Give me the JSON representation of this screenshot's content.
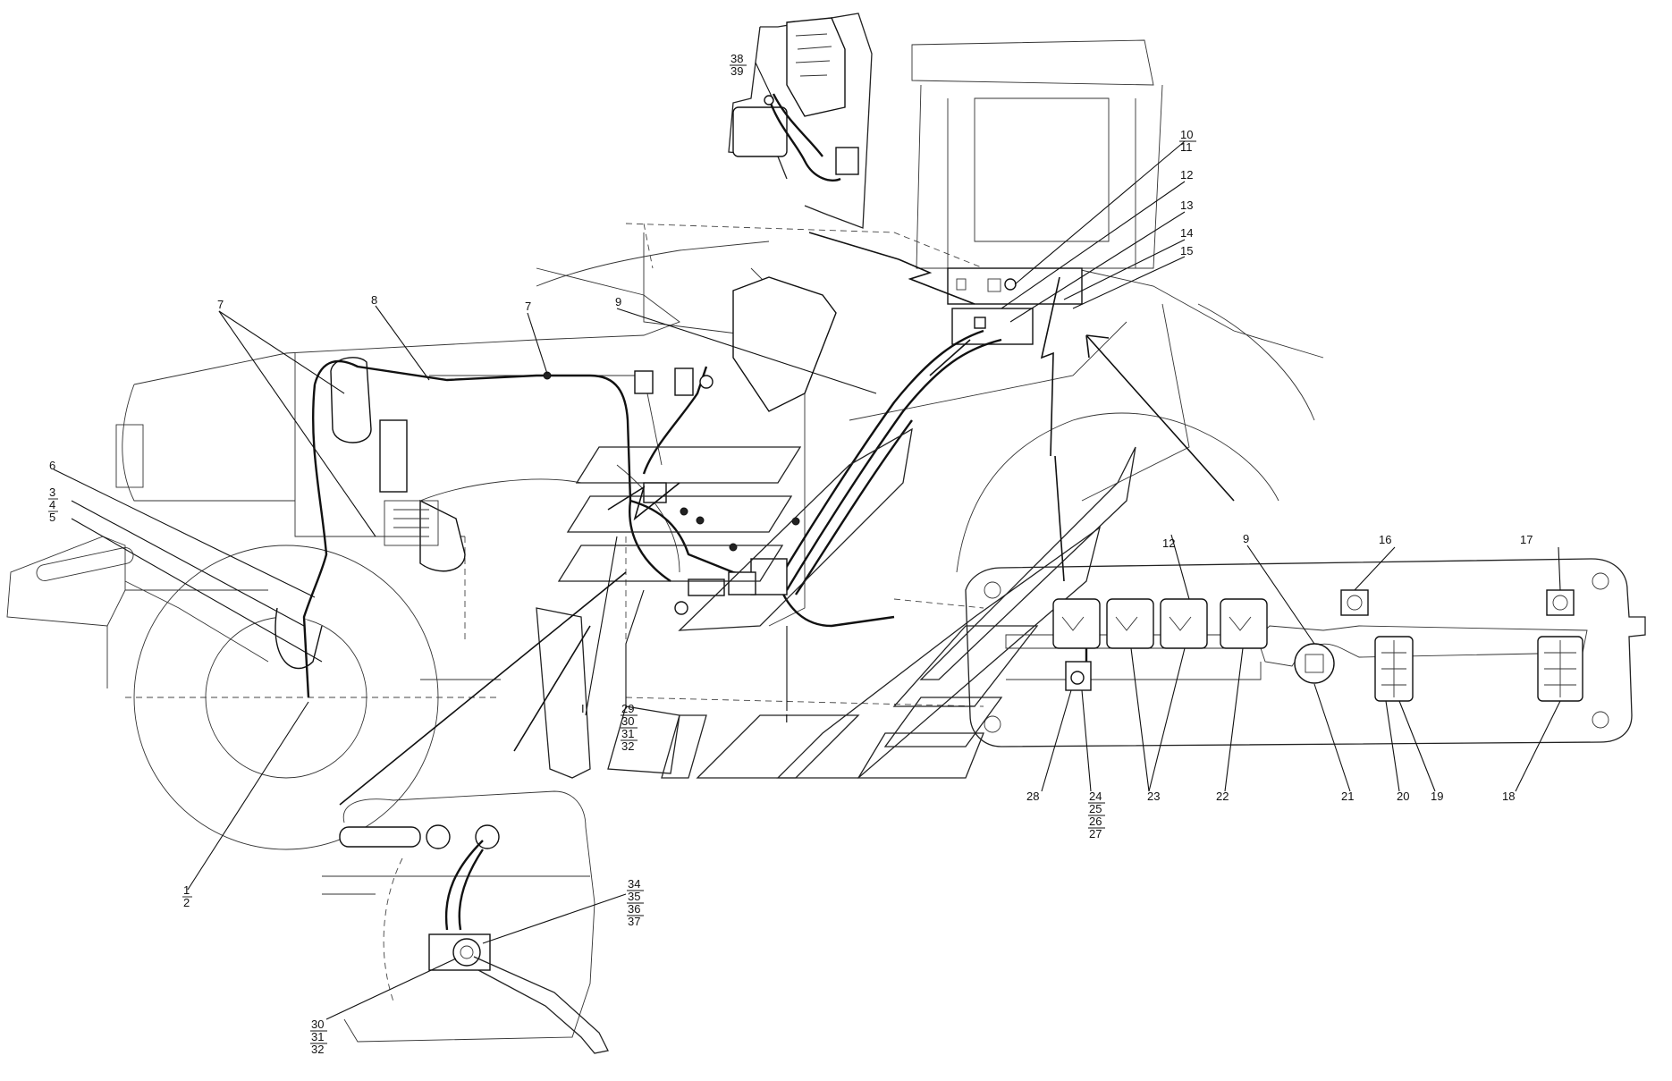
{
  "callouts": [
    {
      "key": "c_1_2",
      "lines": [
        "1",
        "2"
      ]
    },
    {
      "key": "c_3_5",
      "lines": [
        "3",
        "4",
        "5"
      ]
    },
    {
      "key": "c_6",
      "lines": [
        "6"
      ]
    },
    {
      "key": "c_7a",
      "lines": [
        "7"
      ]
    },
    {
      "key": "c_7b",
      "lines": [
        "7"
      ]
    },
    {
      "key": "c_8",
      "lines": [
        "8"
      ]
    },
    {
      "key": "c_9a",
      "lines": [
        "9"
      ]
    },
    {
      "key": "c_9b",
      "lines": [
        "9"
      ]
    },
    {
      "key": "c_10_11",
      "lines": [
        "10",
        "11"
      ]
    },
    {
      "key": "c_12a",
      "lines": [
        "12"
      ]
    },
    {
      "key": "c_12b",
      "lines": [
        "12"
      ]
    },
    {
      "key": "c_13",
      "lines": [
        "13"
      ]
    },
    {
      "key": "c_14",
      "lines": [
        "14"
      ]
    },
    {
      "key": "c_15",
      "lines": [
        "15"
      ]
    },
    {
      "key": "c_16",
      "lines": [
        "16"
      ]
    },
    {
      "key": "c_17",
      "lines": [
        "17"
      ]
    },
    {
      "key": "c_18",
      "lines": [
        "18"
      ]
    },
    {
      "key": "c_19",
      "lines": [
        "19"
      ]
    },
    {
      "key": "c_20",
      "lines": [
        "20"
      ]
    },
    {
      "key": "c_21",
      "lines": [
        "21"
      ]
    },
    {
      "key": "c_22",
      "lines": [
        "22"
      ]
    },
    {
      "key": "c_23",
      "lines": [
        "23"
      ]
    },
    {
      "key": "c_24_27",
      "lines": [
        "24",
        "25",
        "26",
        "27"
      ]
    },
    {
      "key": "c_28",
      "lines": [
        "28"
      ]
    },
    {
      "key": "c_29_32",
      "lines": [
        "29",
        "30",
        "31",
        "32"
      ]
    },
    {
      "key": "c_30_32",
      "lines": [
        "30",
        "31",
        "32"
      ]
    },
    {
      "key": "c_34_37",
      "lines": [
        "34",
        "35",
        "36",
        "37"
      ]
    },
    {
      "key": "c_38_39",
      "lines": [
        "38",
        "39"
      ]
    },
    {
      "key": "c_Ia",
      "lines": [
        "I"
      ]
    },
    {
      "key": "c_Ib",
      "lines": [
        "I"
      ]
    }
  ],
  "colors": {
    "ink": "#111111",
    "paper": "#ffffff"
  }
}
